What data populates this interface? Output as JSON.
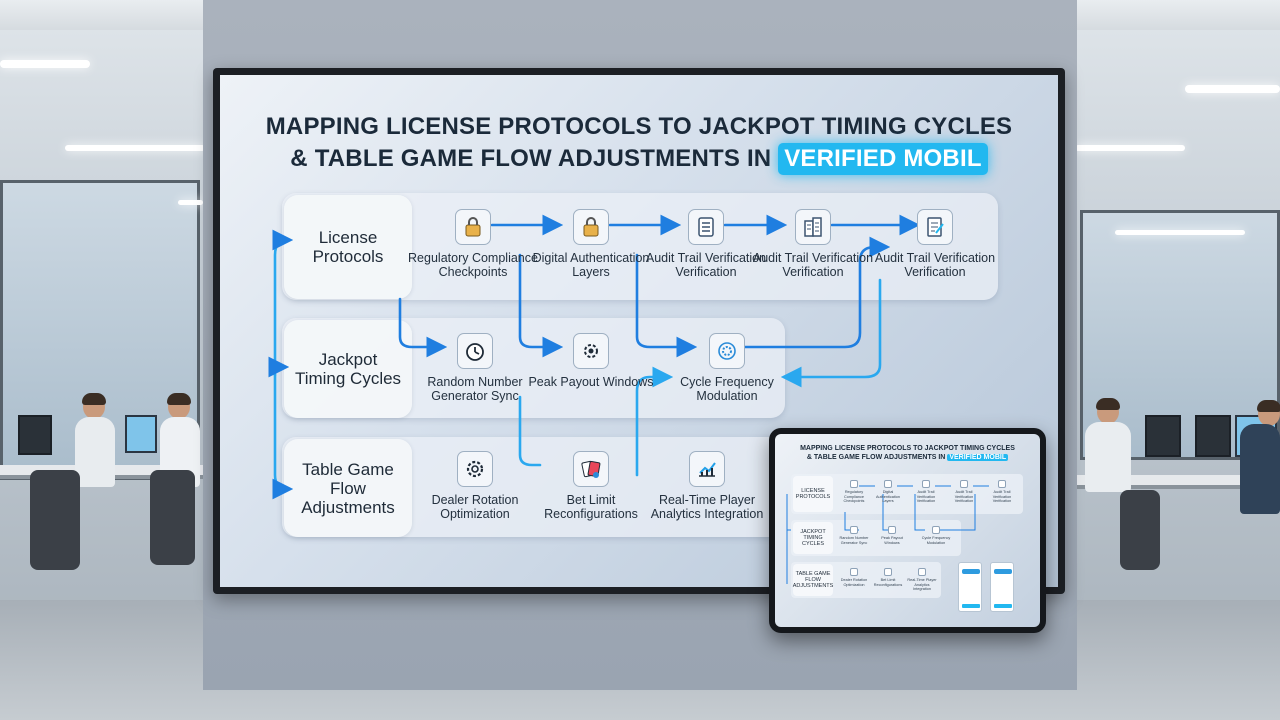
{
  "title": {
    "line1": "Mapping License Protocols to Jackpot Timing Cycles",
    "line2_prefix": "& Table Game Flow Adjustments in",
    "line2_highlight": "Verified Mobil"
  },
  "rows": [
    {
      "label": "License Protocols"
    },
    {
      "label": "Jackpot Timing Cycles"
    },
    {
      "label": "Table Game Flow Adjustments"
    }
  ],
  "nodes": {
    "regulatory": {
      "label": "Regulatory Compliance Checkpoints",
      "icon": "lock-icon"
    },
    "digital_auth": {
      "label": "Digital Authentication Layers",
      "icon": "lock-icon"
    },
    "audit1": {
      "label": "Audit Trail Verification Verification",
      "icon": "server-icon"
    },
    "audit2": {
      "label": "Audit Trail Verification Verification",
      "icon": "server-icon"
    },
    "audit3": {
      "label": "Audit Trail Verification Verification",
      "icon": "document-icon"
    },
    "rng_sync": {
      "label": "Random Number Generator Sync",
      "icon": "clock-icon"
    },
    "peak_payout": {
      "label": "Peak Payout Windows",
      "icon": "gear-icon"
    },
    "cycle_freq": {
      "label": "Cycle Frequency Modulation",
      "icon": "gear-cycle-icon"
    },
    "dealer_rotation": {
      "label": "Dealer Rotation Optimization",
      "icon": "gear-icon"
    },
    "bet_limit": {
      "label": "Bet Limit Reconfigurations",
      "icon": "cards-icon"
    },
    "realtime_analytics": {
      "label": "Real-Time Player Analytics Integration",
      "icon": "chart-icon"
    }
  },
  "tablet": {
    "title_line1": "Mapping License Protocols to Jackpot Timing Cycles",
    "title_line2_prefix": "& Table Game Flow Adjustments in",
    "title_line2_highlight": "Verified Mobil",
    "rows": [
      "License Protocols",
      "Jackpot Timing Cycles",
      "Table Game Flow Adjustments"
    ]
  },
  "colors": {
    "accent": "#22b8f0",
    "arrow": "#1f7ee0",
    "title_text": "#1b2a3a"
  }
}
